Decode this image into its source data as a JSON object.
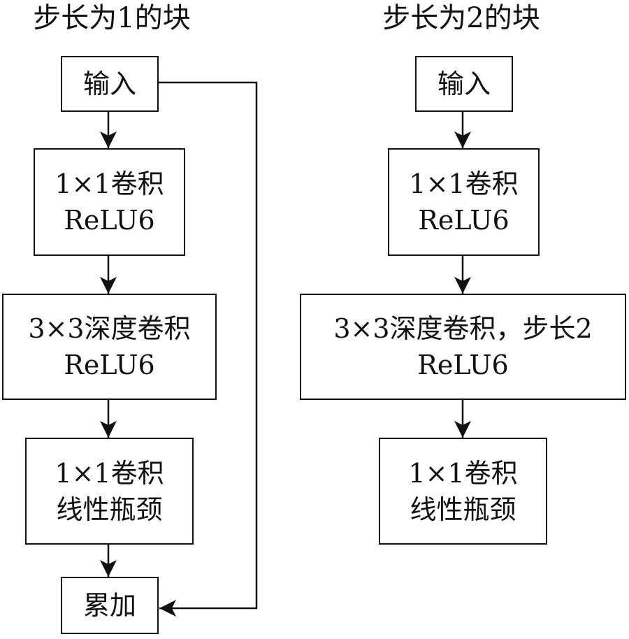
{
  "left_block": {
    "title": "步长为1的块",
    "input": "输入",
    "conv1": {
      "line1": "1×1卷积",
      "line2": "ReLU6"
    },
    "depthwise": {
      "line1": "3×3深度卷积",
      "line2": "ReLU6"
    },
    "conv2": {
      "line1": "1×1卷积",
      "line2": "线性瓶颈"
    },
    "add": "累加"
  },
  "right_block": {
    "title": "步长为2的块",
    "input": "输入",
    "conv1": {
      "line1": "1×1卷积",
      "line2": "ReLU6"
    },
    "depthwise": {
      "line1": "3×3深度卷积，步长2",
      "line2": "ReLU6"
    },
    "conv2": {
      "line1": "1×1卷积",
      "line2": "线性瓶颈"
    }
  },
  "colors": {
    "stroke": "#111111",
    "background": "#ffffff"
  }
}
